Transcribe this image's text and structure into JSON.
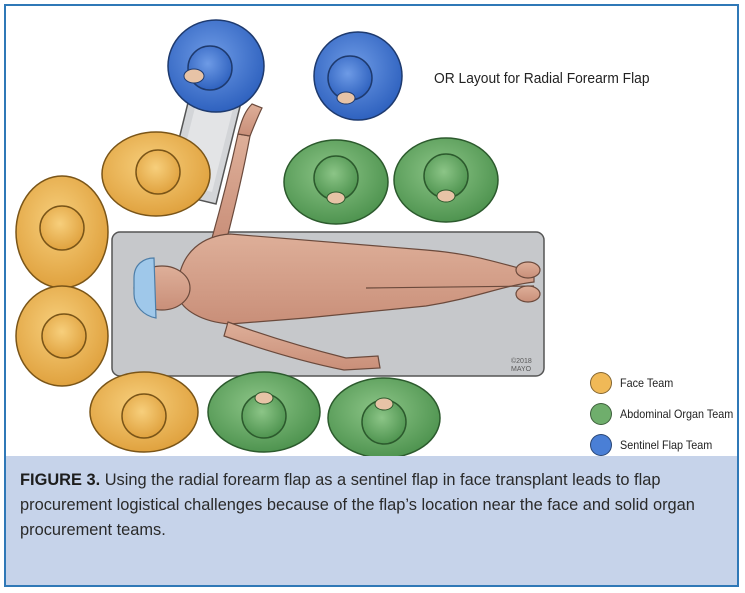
{
  "diagram": {
    "title": "OR Layout for Radial Forearm Flap",
    "copyright_year": "©2018",
    "copyright_owner": "MAYO"
  },
  "legend": [
    {
      "label": "Face Team",
      "color": "#f0b957"
    },
    {
      "label": "Abdominal Organ Team",
      "color": "#6fae6c"
    },
    {
      "label": "Sentinel Flap Team",
      "color": "#4a7fd6"
    }
  ],
  "caption": {
    "label": "FIGURE 3.",
    "text": " Using the radial forearm flap as a sentinel flap in face transplant leads to flap procurement logistical challenges because of the flap’s location near the face and solid organ procurement teams."
  },
  "colors": {
    "frame": "#2f78b7",
    "caption_bg": "#c6d3ea",
    "skin": "#d8a38d",
    "table": "#c9cbce",
    "face_team": "#f0b957",
    "abdominal_team": "#6fae6c",
    "sentinel_team": "#4a7fd6"
  }
}
